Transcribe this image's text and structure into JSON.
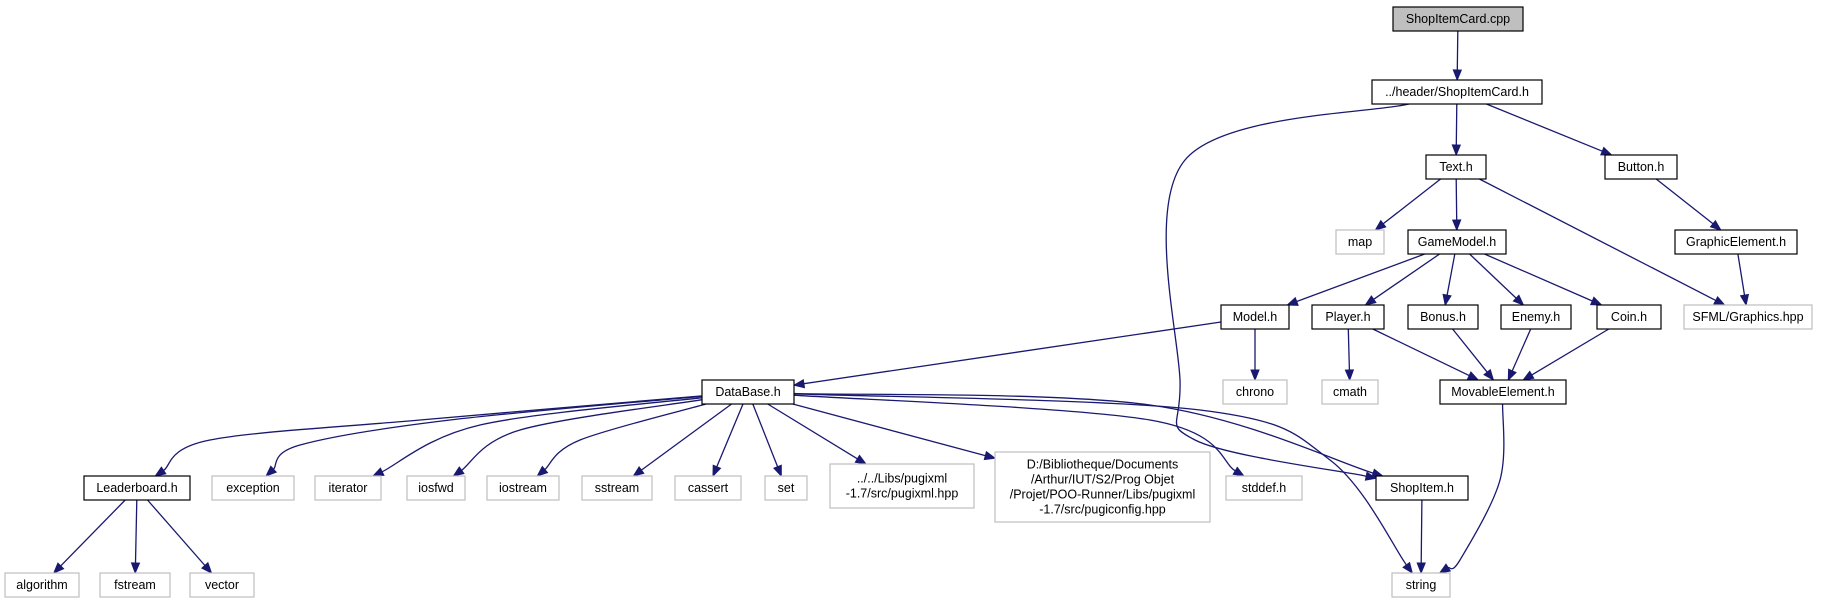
{
  "colors": {
    "edge": "#191970",
    "source_fill": "#bfbfbf",
    "local_border": "#000000",
    "external_border": "#bfbfbf"
  },
  "nodes": {
    "shop_item_card_cpp": "ShopItemCard.cpp",
    "header_shop_item_card_h": "../header/ShopItemCard.h",
    "text_h": "Text.h",
    "button_h": "Button.h",
    "map": "map",
    "game_model_h": "GameModel.h",
    "graphic_element_h": "GraphicElement.h",
    "model_h": "Model.h",
    "player_h": "Player.h",
    "bonus_h": "Bonus.h",
    "enemy_h": "Enemy.h",
    "coin_h": "Coin.h",
    "sfml_graphics_hpp": "SFML/Graphics.hpp",
    "database_h": "DataBase.h",
    "chrono": "chrono",
    "cmath": "cmath",
    "movable_element_h": "MovableElement.h",
    "leaderboard_h": "Leaderboard.h",
    "exception": "exception",
    "iterator": "iterator",
    "iosfwd": "iosfwd",
    "iostream": "iostream",
    "sstream": "sstream",
    "cassert": "cassert",
    "set": "set",
    "pugixml_hpp": [
      "../../Libs/pugixml",
      "-1.7/src/pugixml.hpp"
    ],
    "pugiconfig_hpp": [
      "D:/Bibliotheque/Documents",
      "/Arthur/IUT/S2/Prog Objet",
      "/Projet/POO-Runner/Libs/pugixml",
      "-1.7/src/pugiconfig.hpp"
    ],
    "stddef_h": "stddef.h",
    "shop_item_h": "ShopItem.h",
    "algorithm": "algorithm",
    "fstream": "fstream",
    "vector": "vector",
    "string": "string"
  },
  "node_kinds": {
    "shop_item_card_cpp": "source",
    "header_shop_item_card_h": "local",
    "text_h": "local",
    "button_h": "local",
    "map": "external",
    "game_model_h": "local",
    "graphic_element_h": "local",
    "model_h": "local",
    "player_h": "local",
    "bonus_h": "local",
    "enemy_h": "local",
    "coin_h": "local",
    "sfml_graphics_hpp": "external",
    "database_h": "local",
    "chrono": "external",
    "cmath": "external",
    "movable_element_h": "local",
    "leaderboard_h": "local",
    "exception": "external",
    "iterator": "external",
    "iosfwd": "external",
    "iostream": "external",
    "sstream": "external",
    "cassert": "external",
    "set": "external",
    "pugixml_hpp": "external",
    "pugiconfig_hpp": "external",
    "stddef_h": "external",
    "shop_item_h": "local",
    "algorithm": "external",
    "fstream": "external",
    "vector": "external",
    "string": "external"
  },
  "edges": [
    [
      "shop_item_card_cpp",
      "header_shop_item_card_h"
    ],
    [
      "header_shop_item_card_h",
      "text_h"
    ],
    [
      "header_shop_item_card_h",
      "button_h"
    ],
    [
      "header_shop_item_card_h",
      "shop_item_h"
    ],
    [
      "text_h",
      "map"
    ],
    [
      "text_h",
      "game_model_h"
    ],
    [
      "text_h",
      "sfml_graphics_hpp"
    ],
    [
      "button_h",
      "graphic_element_h"
    ],
    [
      "graphic_element_h",
      "sfml_graphics_hpp"
    ],
    [
      "game_model_h",
      "model_h"
    ],
    [
      "game_model_h",
      "player_h"
    ],
    [
      "game_model_h",
      "bonus_h"
    ],
    [
      "game_model_h",
      "enemy_h"
    ],
    [
      "game_model_h",
      "coin_h"
    ],
    [
      "model_h",
      "database_h"
    ],
    [
      "model_h",
      "chrono"
    ],
    [
      "player_h",
      "cmath"
    ],
    [
      "player_h",
      "movable_element_h"
    ],
    [
      "bonus_h",
      "movable_element_h"
    ],
    [
      "enemy_h",
      "movable_element_h"
    ],
    [
      "coin_h",
      "movable_element_h"
    ],
    [
      "movable_element_h",
      "string"
    ],
    [
      "database_h",
      "leaderboard_h"
    ],
    [
      "database_h",
      "exception"
    ],
    [
      "database_h",
      "iterator"
    ],
    [
      "database_h",
      "iosfwd"
    ],
    [
      "database_h",
      "iostream"
    ],
    [
      "database_h",
      "sstream"
    ],
    [
      "database_h",
      "cassert"
    ],
    [
      "database_h",
      "set"
    ],
    [
      "database_h",
      "pugixml_hpp"
    ],
    [
      "database_h",
      "pugiconfig_hpp"
    ],
    [
      "database_h",
      "stddef_h"
    ],
    [
      "database_h",
      "shop_item_h"
    ],
    [
      "database_h",
      "string"
    ],
    [
      "leaderboard_h",
      "algorithm"
    ],
    [
      "leaderboard_h",
      "fstream"
    ],
    [
      "leaderboard_h",
      "vector"
    ],
    [
      "shop_item_h",
      "string"
    ]
  ]
}
